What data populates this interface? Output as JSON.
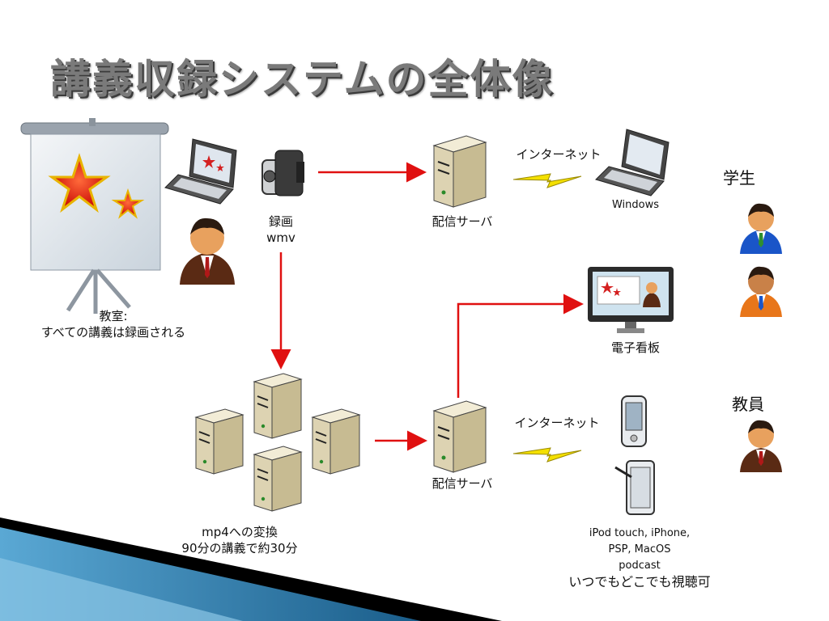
{
  "title": "講義収録システムの全体像",
  "classroom": {
    "line1": "教室:",
    "line2": "すべての講義は録画される"
  },
  "recording": {
    "line1": "録画",
    "line2": "wmv"
  },
  "server_top": {
    "label": "配信サーバ"
  },
  "internet_top": {
    "label": "インターネット"
  },
  "windows": {
    "label": "Windows"
  },
  "students": {
    "label": "学生"
  },
  "signage": {
    "label": "電子看板"
  },
  "faculty": {
    "label": "教員"
  },
  "server_bottom": {
    "label": "配信サーバ"
  },
  "internet_bottom": {
    "label": "インターネット"
  },
  "conversion": {
    "line1": "mp4への変換",
    "line2": "90分の講義で約30分"
  },
  "devices": {
    "line1": "iPod touch, iPhone,",
    "line2": "PSP, MacOS",
    "line3": "podcast",
    "line4": "いつでもどこでも視聴可"
  },
  "colors": {
    "arrow": "#e01010",
    "bolt": "#f4e000",
    "title": "#7a7a7a",
    "accent_blue": "#1f7fb5"
  }
}
